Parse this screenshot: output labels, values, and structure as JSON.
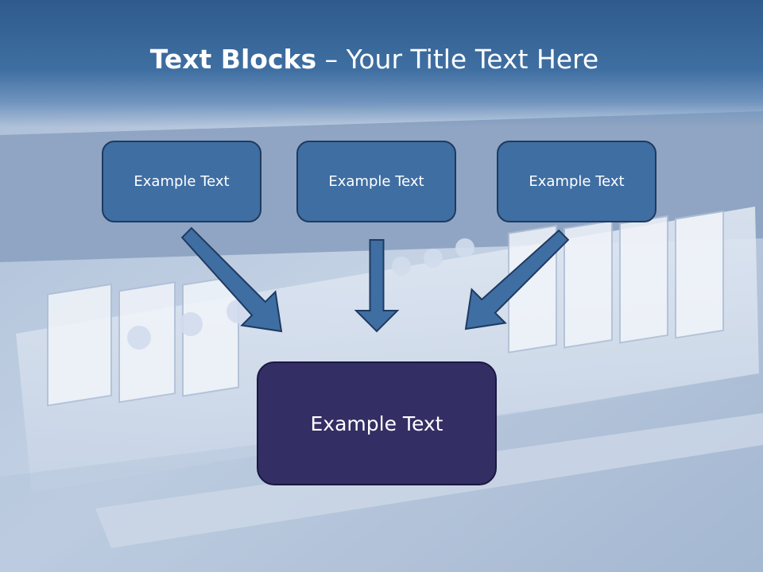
{
  "title": {
    "bold": "Text Blocks",
    "separator": " – ",
    "rest": "Your Title Text Here"
  },
  "top_boxes": [
    {
      "label": "Example Text"
    },
    {
      "label": "Example Text"
    },
    {
      "label": "Example Text"
    }
  ],
  "bottom_box": {
    "label": "Example Text"
  },
  "colors": {
    "header": "#3f6fa2",
    "top_box_fill": "#3f6ea3",
    "bottom_box_fill": "#332e63",
    "arrow": "#3f6ea3"
  }
}
